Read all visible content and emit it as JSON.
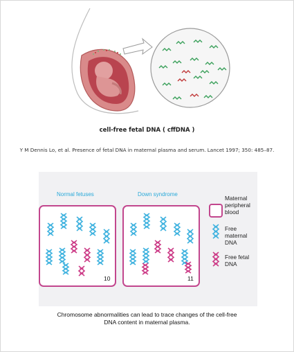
{
  "figure_caption": "cell-free fetal DNA ( cffDNA )",
  "citation": "Y M Dennis Lo, et al. Presence of fetal DNA in maternal plasma and serum. Lancet 1997; 350: 485–87.",
  "panel": {
    "groups": [
      {
        "title": "Normal fetuses",
        "count": "10"
      },
      {
        "title": "Down syndrome",
        "count": "11"
      }
    ],
    "legend": {
      "blood_label": "Maternal peripheral blood",
      "maternal_label": "Free maternal DNA",
      "fetal_label": "Free fetal DNA"
    },
    "bottom_caption_line1": "Chromosome abnormalities can lead to trace changes of the cell-free",
    "bottom_caption_line2": "DNA content in maternal plasma."
  },
  "colors": {
    "maternal_dna": "#3fb2df",
    "fetal_dna": "#cc3a86",
    "box_border": "#c2468d",
    "title_blue": "#29a9d9"
  },
  "icons": [
    "pregnant-womb-illustration",
    "zoom-arrow-icon",
    "dna-fragment-icon"
  ]
}
